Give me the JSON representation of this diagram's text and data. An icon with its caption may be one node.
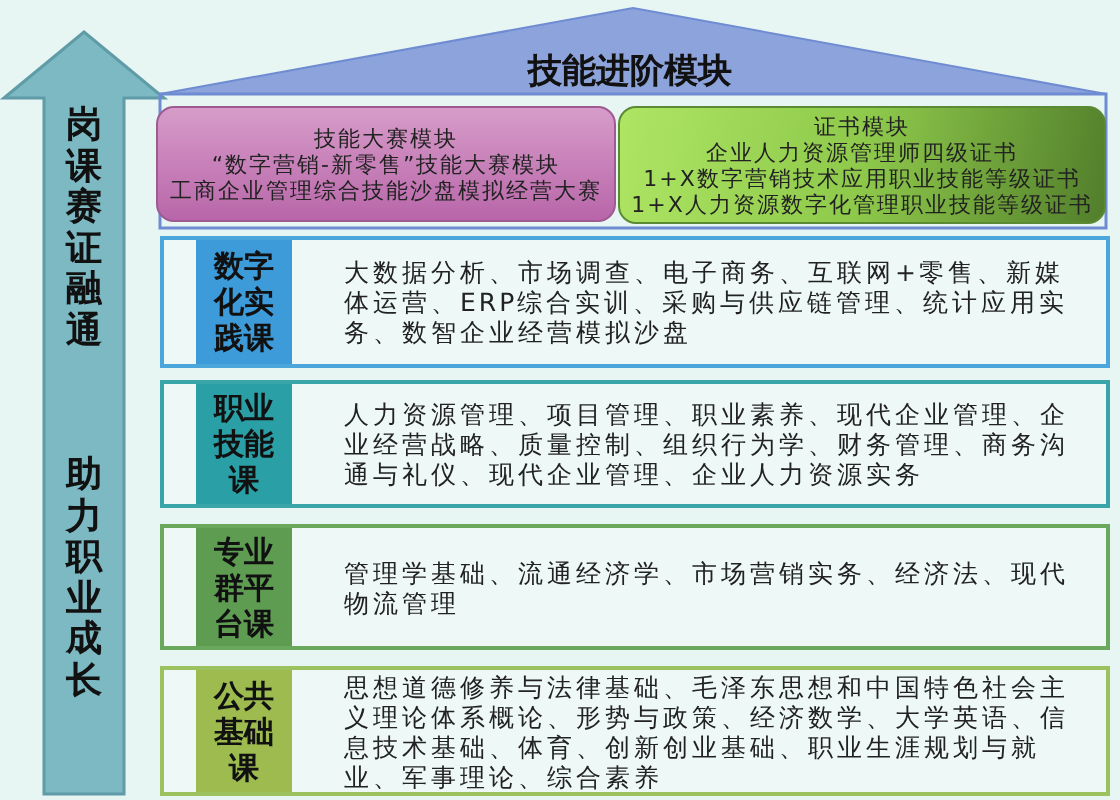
{
  "diagram": {
    "nodes": [
      {
        "text": [
          "岗课赛证融通",
          "助力职业成长"
        ]
      },
      {
        "text": [
          "技能进阶模块"
        ]
      },
      {
        "text": [
          "技能大赛模块",
          "“数字营销-新零售”技能大赛模块",
          "工商企业管理综合技能沙盘模拟经营大赛"
        ],
        "in": 1
      },
      {
        "text": [
          "证书模块",
          "企业人力资源管理师四级证书",
          "1+X数字营销技术应用职业技能等级证书",
          "1+X人力资源数字化管理职业技能等级证书"
        ],
        "in": 1
      },
      {
        "text": [
          "数字化实践课",
          "大数据分析、市场调查、电子商务、互联网+零售、新媒体运营、ERP综合实训、采购与供应链管理、统计应用实务、数智企业经营模拟沙盘"
        ]
      },
      {
        "text": [
          "职业技能课",
          "人力资源管理、项目管理、职业素养、现代企业管理、企业经营战略、质量控制、组织行为学、财务管理、商务沟通与礼仪、现代企业管理、企业人力资源实务"
        ]
      },
      {
        "text": [
          "专业群平台课",
          "管理学基础、流通经济学、市场营销实务、经济法、现代物流管理"
        ]
      },
      {
        "text": [
          "公共基础课",
          "思想道德修养与法律基础、毛泽东思想和中国特色社会主义理论体系概论、形势与政策、经济数学、大学英语、信息技术基础、体育、创新创业基础、职业生涯规划与就业、军事理论、综合素养"
        ]
      }
    ]
  }
}
